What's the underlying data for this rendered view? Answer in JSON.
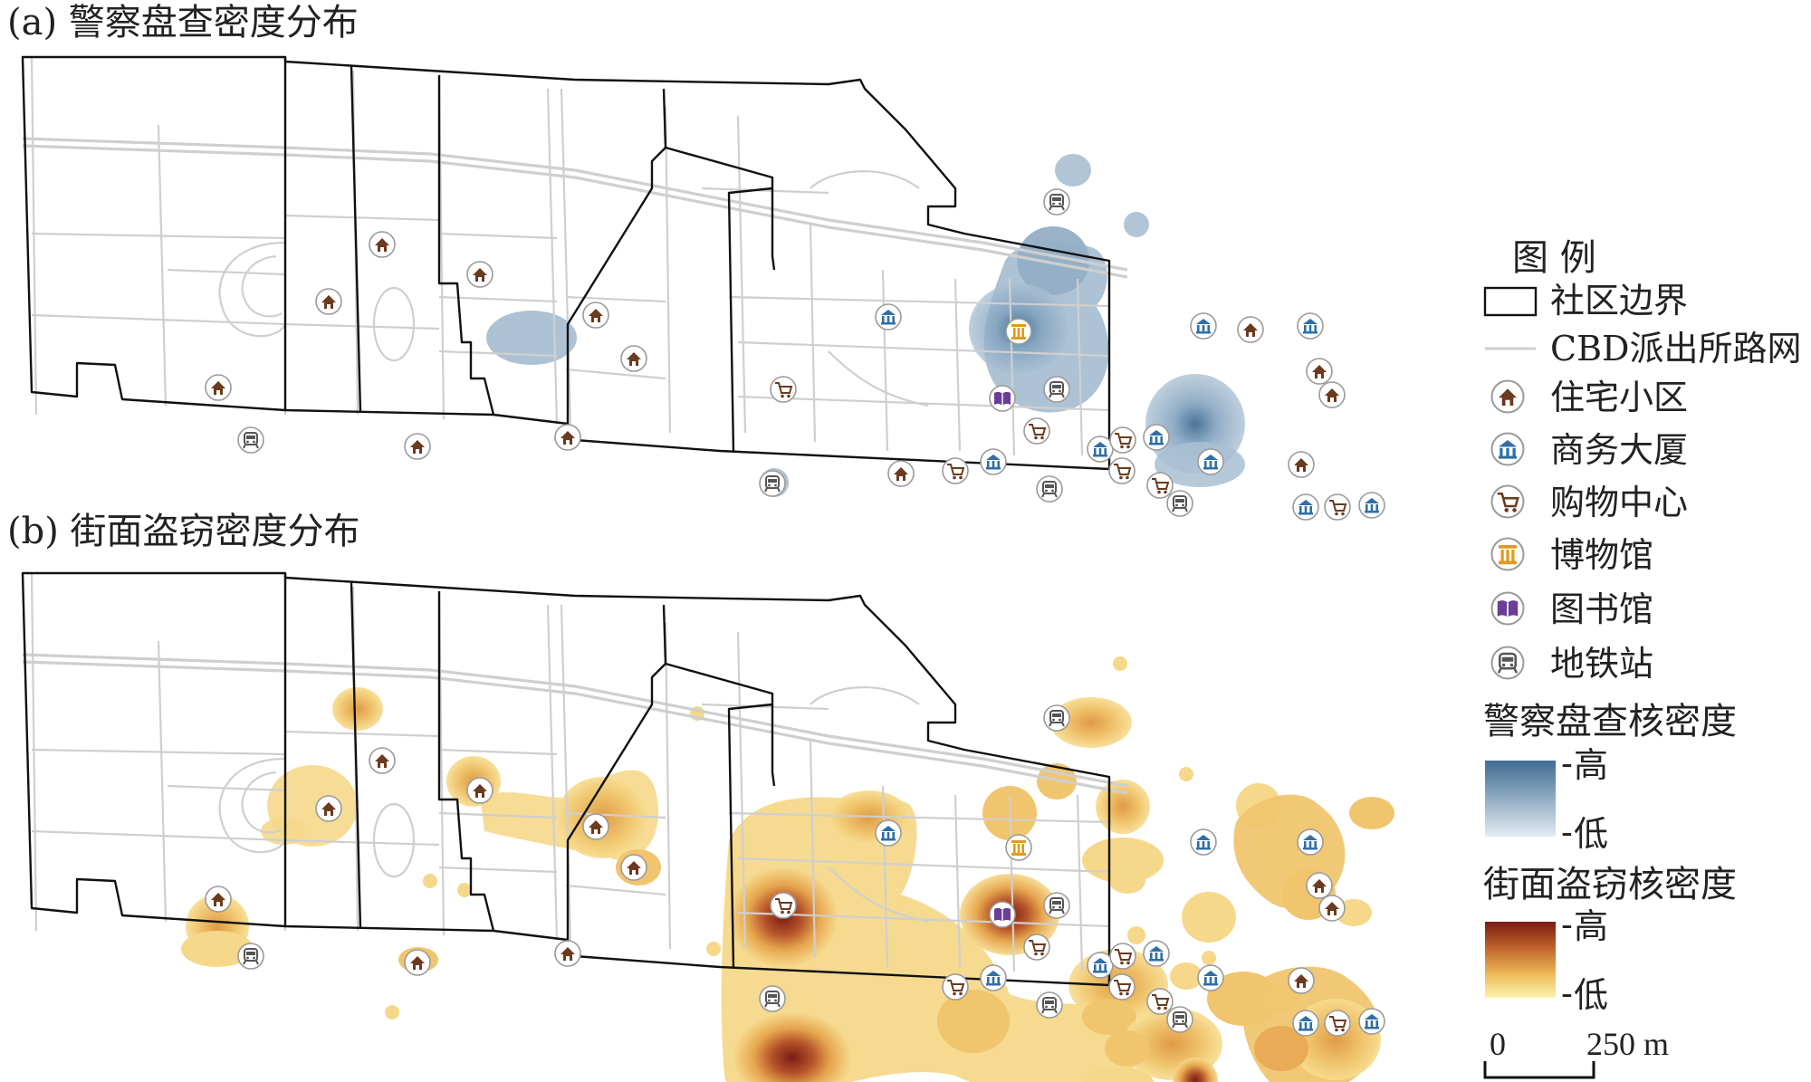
{
  "panels": [
    {
      "id": "a",
      "title": "(a) 警察盘查密度分布",
      "density": "police"
    },
    {
      "id": "b",
      "title": "(b) 街面盗窃密度分布",
      "density": "theft"
    }
  ],
  "legend": {
    "title": "图  例",
    "items": [
      {
        "key": "boundary",
        "label": "社区边界"
      },
      {
        "key": "roads",
        "label": "CBD派出所路网"
      },
      {
        "key": "residential",
        "label": "住宅小区",
        "icon": "house-icon",
        "color": "#6b3a1f"
      },
      {
        "key": "office",
        "label": "商务大厦",
        "icon": "office-building-icon",
        "color": "#2f6fa8"
      },
      {
        "key": "mall",
        "label": "购物中心",
        "icon": "shopping-cart-icon",
        "color": "#6b3a1f"
      },
      {
        "key": "museum",
        "label": "博物馆",
        "icon": "museum-column-icon",
        "color": "#e39a1c"
      },
      {
        "key": "library",
        "label": "图书馆",
        "icon": "open-book-icon",
        "color": "#6a3d96"
      },
      {
        "key": "subway",
        "label": "地铁站",
        "icon": "metro-train-icon",
        "color": "#555555"
      }
    ],
    "police_ramp": {
      "title": "警察盘查核密度",
      "high": "高",
      "low": "低",
      "high_color": "#3f6c91",
      "low_color": "#dde7ef"
    },
    "theft_ramp": {
      "title": "街面盗窃核密度",
      "high": "高",
      "low": "低",
      "high_color": "#7a1c14",
      "low_color": "#fbf0a8"
    },
    "scale": {
      "start": "0",
      "end": "250 m"
    }
  }
}
